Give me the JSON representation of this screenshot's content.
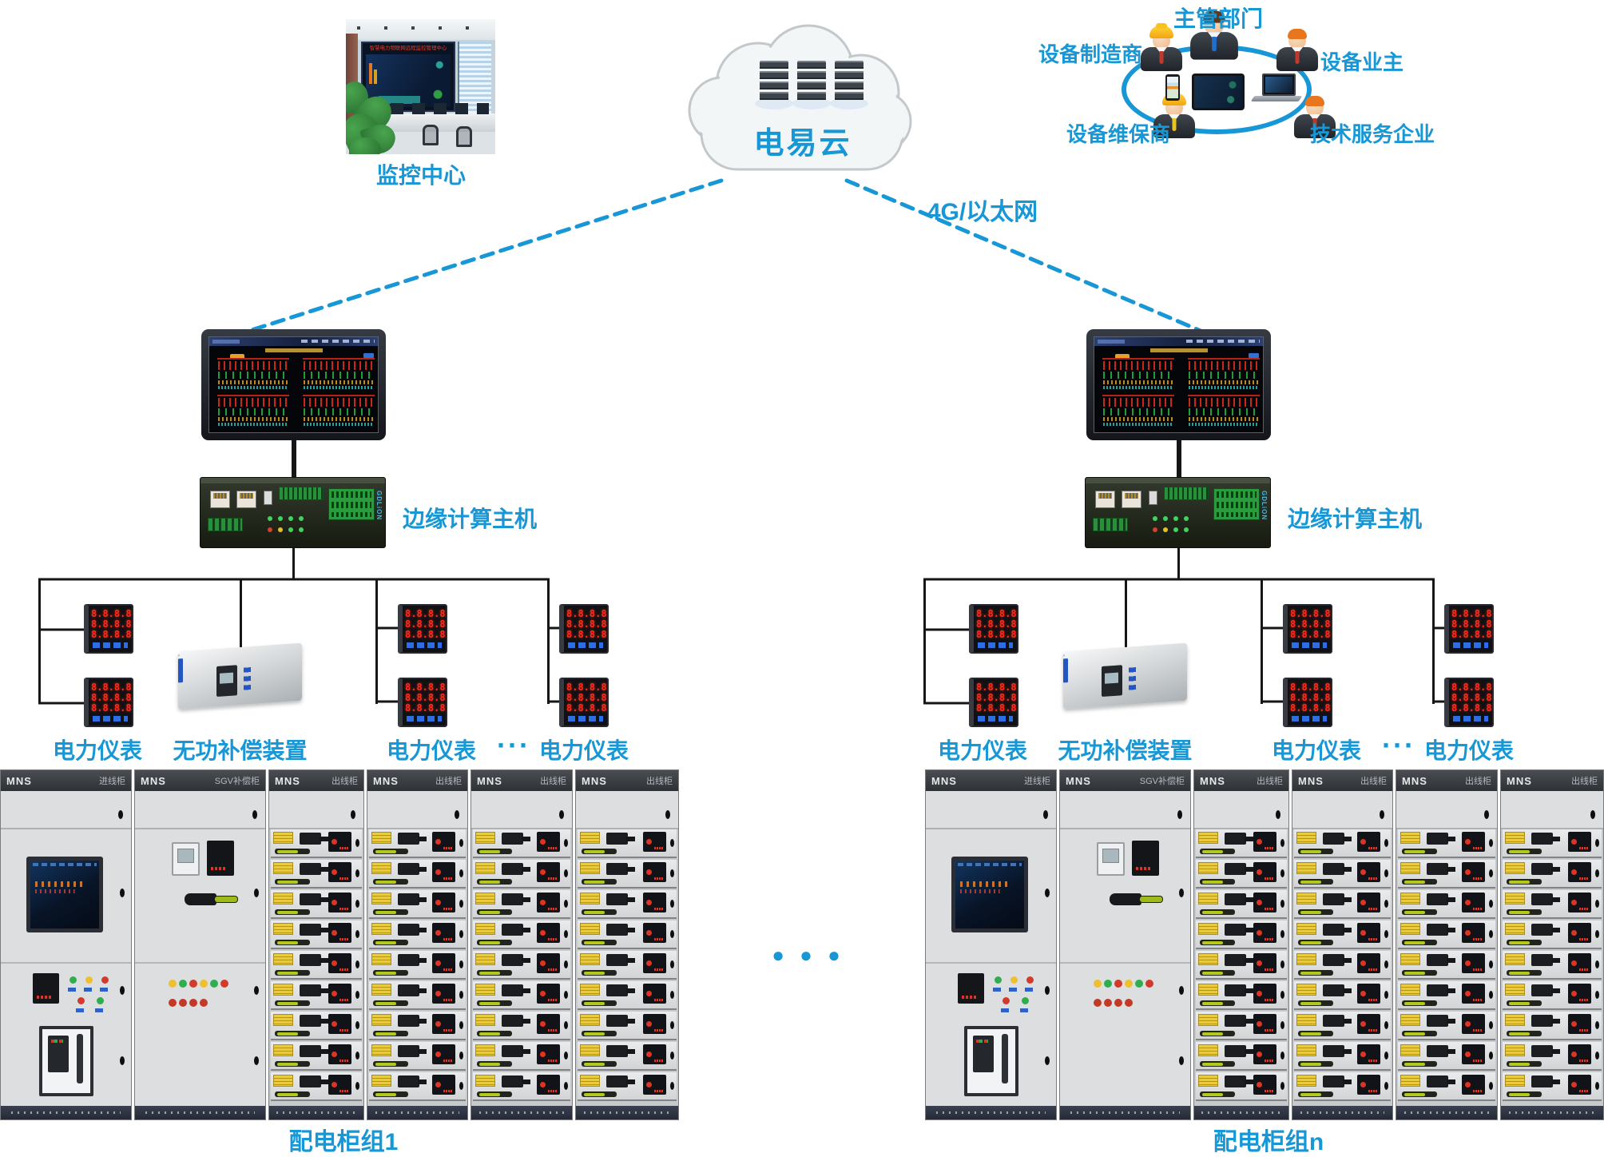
{
  "palette": {
    "accent": "#1797d5",
    "wire": "#161616"
  },
  "monitoring_center": {
    "label": "监控中心",
    "screen_banner": "智慧电力物联网远程监控管理中心"
  },
  "cloud": {
    "label": "电易云"
  },
  "network": {
    "link_label": "4G/以太网"
  },
  "stakeholders": {
    "top": "主管部门",
    "left": "设备制造商",
    "right": "设备业主",
    "bottom_left": "设备维保商",
    "bottom_right": "技术服务企业"
  },
  "edge_host": {
    "label": "边缘计算主机",
    "brand": "GDLiON"
  },
  "meters": {
    "label": "电力仪表",
    "display_rows": [
      "8.8.8.8",
      "8.8.8.8",
      "8.8.8.8"
    ]
  },
  "compensation": {
    "label": "无功补偿装置"
  },
  "more_devices": "···",
  "group_separator": "● ● ●",
  "cabinet_groups": [
    {
      "label": "配电柜组1",
      "columns": [
        {
          "type": "incoming",
          "brand": "MNS",
          "name": "进线柜"
        },
        {
          "type": "compensation",
          "brand": "MNS",
          "name": "SGV补偿柜"
        },
        {
          "type": "feeder",
          "brand": "MNS",
          "name": "出线柜",
          "rows": 9
        },
        {
          "type": "feeder",
          "brand": "MNS",
          "name": "出线柜",
          "rows": 9
        },
        {
          "type": "feeder",
          "brand": "MNS",
          "name": "出线柜",
          "rows": 9
        },
        {
          "type": "feeder",
          "brand": "MNS",
          "name": "出线柜",
          "rows": 9
        }
      ]
    },
    {
      "label": "配电柜组n",
      "columns": [
        {
          "type": "incoming",
          "brand": "MNS",
          "name": "进线柜"
        },
        {
          "type": "compensation",
          "brand": "MNS",
          "name": "SGV补偿柜"
        },
        {
          "type": "feeder",
          "brand": "MNS",
          "name": "出线柜",
          "rows": 9
        },
        {
          "type": "feeder",
          "brand": "MNS",
          "name": "出线柜",
          "rows": 9
        },
        {
          "type": "feeder",
          "brand": "MNS",
          "name": "出线柜",
          "rows": 9
        },
        {
          "type": "feeder",
          "brand": "MNS",
          "name": "出线柜",
          "rows": 9
        }
      ]
    }
  ]
}
